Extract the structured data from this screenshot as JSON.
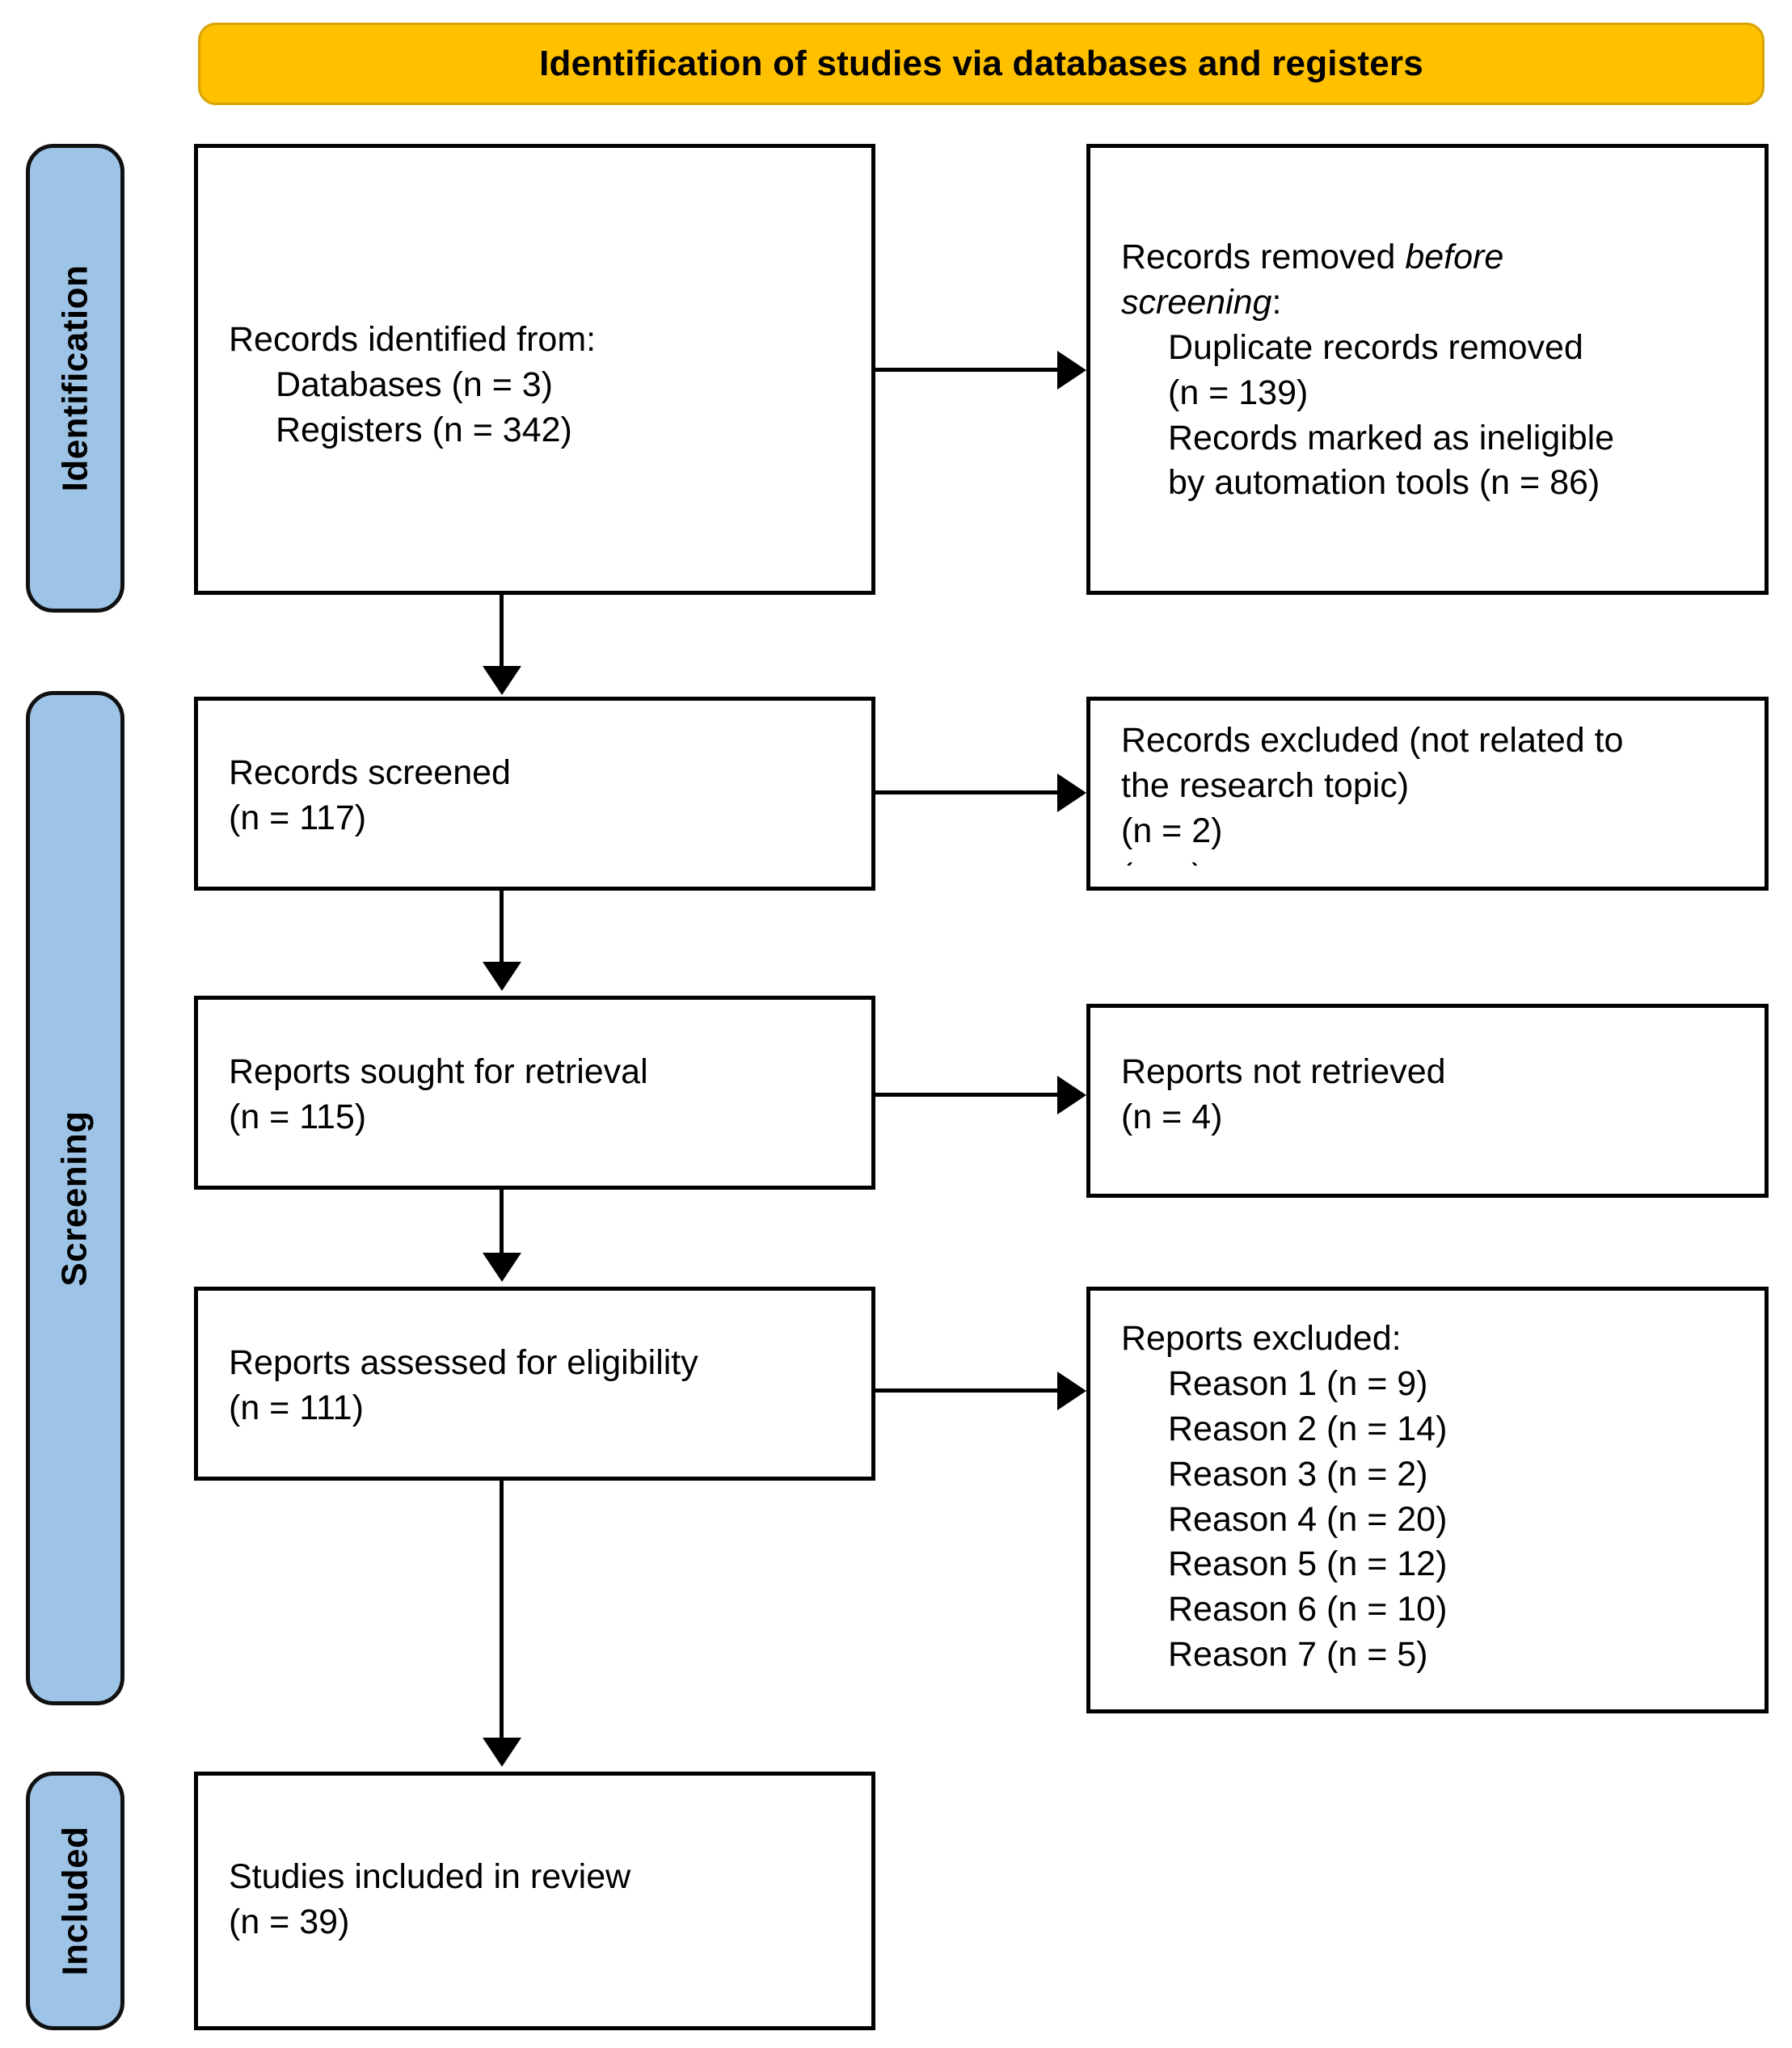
{
  "banner": {
    "title": "Identification of studies via databases and registers"
  },
  "stages": [
    {
      "id": "identification",
      "label": "Identification"
    },
    {
      "id": "screening",
      "label": "Screening"
    },
    {
      "id": "included",
      "label": "Included"
    }
  ],
  "boxes": {
    "records_identified": {
      "lines": [
        "Records identified from:",
        "Databases (n = 3)",
        "Registers (n = 342)"
      ]
    },
    "records_removed": {
      "line1_prefix": "Records removed ",
      "line1_italic": "before",
      "line2_italic": "screening",
      "line2_suffix": ":",
      "lines": [
        "Duplicate records removed",
        "(n = 139)",
        "Records marked as ineligible",
        "by automation tools (n = 86)"
      ]
    },
    "records_screened": {
      "lines": [
        "Records screened",
        "(n = 117)"
      ]
    },
    "records_excluded": {
      "lines": [
        "Records excluded (not related to",
        "the research topic)",
        "(n = 2)"
      ],
      "clipped_line": "(n = )"
    },
    "reports_sought": {
      "lines": [
        "Reports sought for retrieval",
        "(n = 115)"
      ]
    },
    "reports_not_retrieved": {
      "lines": [
        "Reports not retrieved",
        "(n = 4)"
      ]
    },
    "reports_assessed": {
      "lines": [
        "Reports assessed for eligibility",
        "(n = 111)"
      ]
    },
    "reports_excluded": {
      "heading": "Reports excluded:",
      "reasons": [
        "Reason 1 (n = 9)",
        "Reason 2 (n = 14)",
        "Reason 3 (n = 2)",
        "Reason 4 (n = 20)",
        "Reason 5 (n = 12)",
        "Reason 6 (n = 10)",
        "Reason 7 (n = 5)"
      ]
    },
    "studies_included": {
      "lines": [
        "Studies included in review",
        "(n = 39)"
      ]
    }
  },
  "chart_data": {
    "type": "diagram",
    "title": "Identification of studies via databases and registers",
    "nodes": [
      {
        "id": "records_identified",
        "stage": "Identification",
        "column": "left",
        "label": "Records identified from",
        "counts": {
          "Databases": 3,
          "Registers": 342
        }
      },
      {
        "id": "records_removed",
        "stage": "Identification",
        "column": "right",
        "label": "Records removed before screening",
        "counts": {
          "Duplicate records removed": 139,
          "Records marked as ineligible by automation tools": 86
        }
      },
      {
        "id": "records_screened",
        "stage": "Screening",
        "column": "left",
        "label": "Records screened",
        "n": 117
      },
      {
        "id": "records_excluded",
        "stage": "Screening",
        "column": "right",
        "label": "Records excluded (not related to the research topic)",
        "n": 2
      },
      {
        "id": "reports_sought",
        "stage": "Screening",
        "column": "left",
        "label": "Reports sought for retrieval",
        "n": 115
      },
      {
        "id": "reports_not_retrieved",
        "stage": "Screening",
        "column": "right",
        "label": "Reports not retrieved",
        "n": 4
      },
      {
        "id": "reports_assessed",
        "stage": "Screening",
        "column": "left",
        "label": "Reports assessed for eligibility",
        "n": 111
      },
      {
        "id": "reports_excluded",
        "stage": "Screening",
        "column": "right",
        "label": "Reports excluded",
        "counts": {
          "Reason 1": 9,
          "Reason 2": 14,
          "Reason 3": 2,
          "Reason 4": 20,
          "Reason 5": 12,
          "Reason 6": 10,
          "Reason 7": 5
        }
      },
      {
        "id": "studies_included",
        "stage": "Included",
        "column": "left",
        "label": "Studies included in review",
        "n": 39
      }
    ],
    "edges": [
      {
        "from": "records_identified",
        "to": "records_removed",
        "direction": "right"
      },
      {
        "from": "records_identified",
        "to": "records_screened",
        "direction": "down"
      },
      {
        "from": "records_screened",
        "to": "records_excluded",
        "direction": "right"
      },
      {
        "from": "records_screened",
        "to": "reports_sought",
        "direction": "down"
      },
      {
        "from": "reports_sought",
        "to": "reports_not_retrieved",
        "direction": "right"
      },
      {
        "from": "reports_sought",
        "to": "reports_assessed",
        "direction": "down"
      },
      {
        "from": "reports_assessed",
        "to": "reports_excluded",
        "direction": "right"
      },
      {
        "from": "reports_assessed",
        "to": "studies_included",
        "direction": "down"
      }
    ],
    "colors": {
      "banner": "#FFC000",
      "stage_bar": "#9DC3E6",
      "box_border": "#000000",
      "box_fill": "#FFFFFF"
    }
  }
}
